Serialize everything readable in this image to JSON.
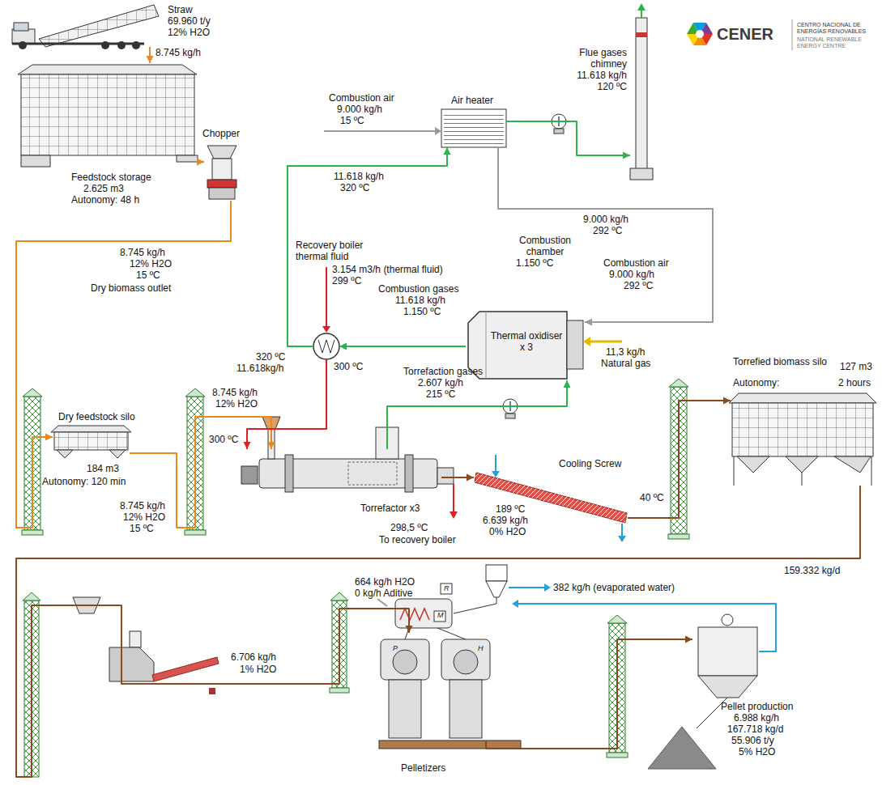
{
  "diagram": {
    "nodes": [
      {
        "text": [
          "Straw",
          "69.960 t/y",
          "12% H2O"
        ]
      },
      {
        "text": [
          "Feedstock storage",
          "2.625 m3",
          "Autonomy: 48 h"
        ]
      },
      {
        "text": [
          "Chopper"
        ]
      },
      {
        "text": [
          "Air heater"
        ]
      },
      {
        "text": [
          "Flue gases chimney",
          "11.618 kg/h",
          "120 ºC"
        ]
      },
      {
        "text": [
          "Recovery boiler thermal fluid"
        ]
      },
      {
        "text": [
          "Combustion chamber",
          "1.150 ºC",
          "Thermal oxidiser x 3"
        ]
      },
      {
        "text": [
          "Torrefactor x3"
        ]
      },
      {
        "text": [
          "Dry feedstock silo",
          "184 m3",
          "Autonomy: 120 min"
        ]
      },
      {
        "text": [
          "Cooling Screw"
        ]
      },
      {
        "text": [
          "Torrefied biomass silo",
          "127 m3",
          "Autonomy:",
          "2 hours"
        ]
      },
      {
        "text": [
          "Pelletizers"
        ]
      },
      {
        "text": [
          "Pellet production",
          "6.988 kg/h",
          "167.718 kg/d",
          "55.906 t/y",
          "5% H2O"
        ]
      }
    ],
    "edges": [
      {
        "from": 0,
        "to": 1,
        "arrow": "to"
      },
      {
        "from": 1,
        "to": 2,
        "arrow": "to"
      },
      {
        "from": 2,
        "to": 8,
        "arrow": "to"
      },
      {
        "from": 8,
        "to": 7,
        "arrow": "to"
      },
      {
        "from": 3,
        "to": 4,
        "arrow": "to"
      },
      {
        "from": 3,
        "to": 6,
        "arrow": "to"
      },
      {
        "from": 6,
        "to": 5,
        "arrow": "to"
      },
      {
        "from": 5,
        "to": 3,
        "arrow": "to"
      },
      {
        "from": 5,
        "to": 7,
        "arrow": "to"
      },
      {
        "from": 7,
        "to": 6,
        "arrow": "to"
      },
      {
        "from": 7,
        "to": 9,
        "arrow": "to"
      },
      {
        "from": 9,
        "to": 10,
        "arrow": "to"
      },
      {
        "from": 10,
        "to": 11,
        "arrow": "to"
      },
      {
        "from": 11,
        "to": 12,
        "arrow": "to"
      }
    ],
    "labels": [
      "8.745 kg/h",
      "Combustion air",
      "9.000 kg/h",
      "15 ºC",
      "CENER",
      "CENTRO NACIONAL DE",
      "ENERGÍAS RENOVABLES",
      "NATIONAL RENEWABLE",
      "ENERGY CENTRE",
      "11.618 kg/h",
      "320 ºC",
      "9.000 kg/h",
      "292 ºC",
      "8.745 kg/h",
      "12% H2O",
      "15 ºC",
      "Dry biomass outlet",
      "3.154 m3/h (thermal fluid)",
      "299 ºC",
      "Combustion air",
      "9.000 kg/h",
      "292 ºC",
      "Combustion gases",
      "11.618 kg/h",
      "1.150 ºC",
      "11,3 kg/h",
      "Natural gas",
      "320 ºC",
      "11.618kg/h",
      "300 ºC",
      "Torrefaction gases",
      "2.607 kg/h",
      "215 ºC",
      "8.745 kg/h",
      "12% H2O",
      "300 ºC",
      "8.745 kg/h",
      "12% H2O",
      "15 ºC",
      "40 ºC",
      "189 ºC",
      "6.639 kg/h",
      "0% H2O",
      "298,5 ºC",
      "To recovery boiler",
      "159.332 kg/d",
      "664 kg/h H2O",
      "0 kg/h Aditive",
      "382 kg/h (evaporated water)",
      "R",
      "M",
      "P",
      "H",
      "6.706 kg/h",
      "1% H2O"
    ]
  }
}
